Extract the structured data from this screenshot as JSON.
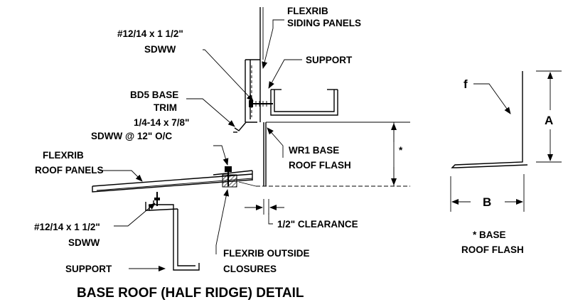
{
  "labels": {
    "flexrib_siding": [
      "FLEXRIB",
      "SIDING PANELS"
    ],
    "screw_top": [
      "#12/14 x 1 1/2\"",
      "SDWW"
    ],
    "support_top": "SUPPORT",
    "bd5": [
      "BD5 BASE",
      "TRIM"
    ],
    "screw_mid": [
      "1/4-14 x 7/8\"",
      "SDWW @ 12\" O/C"
    ],
    "flexrib_roof": [
      "FLEXRIB",
      "ROOF PANELS"
    ],
    "wr1": [
      "WR1 BASE",
      "ROOF FLASH"
    ],
    "asterisk": "*",
    "clearance": "1/2\" CLEARANCE",
    "screw_bot": [
      "#12/14 x 1 1/2\"",
      "SDWW"
    ],
    "support_bot": "SUPPORT",
    "closures": [
      "FLEXRIB OUTSIDE",
      "CLOSURES"
    ],
    "f": "f",
    "A": "A",
    "B": "B",
    "legend": [
      "* BASE",
      "ROOF FLASH"
    ]
  },
  "title": "BASE ROOF (HALF RIDGE) DETAIL"
}
